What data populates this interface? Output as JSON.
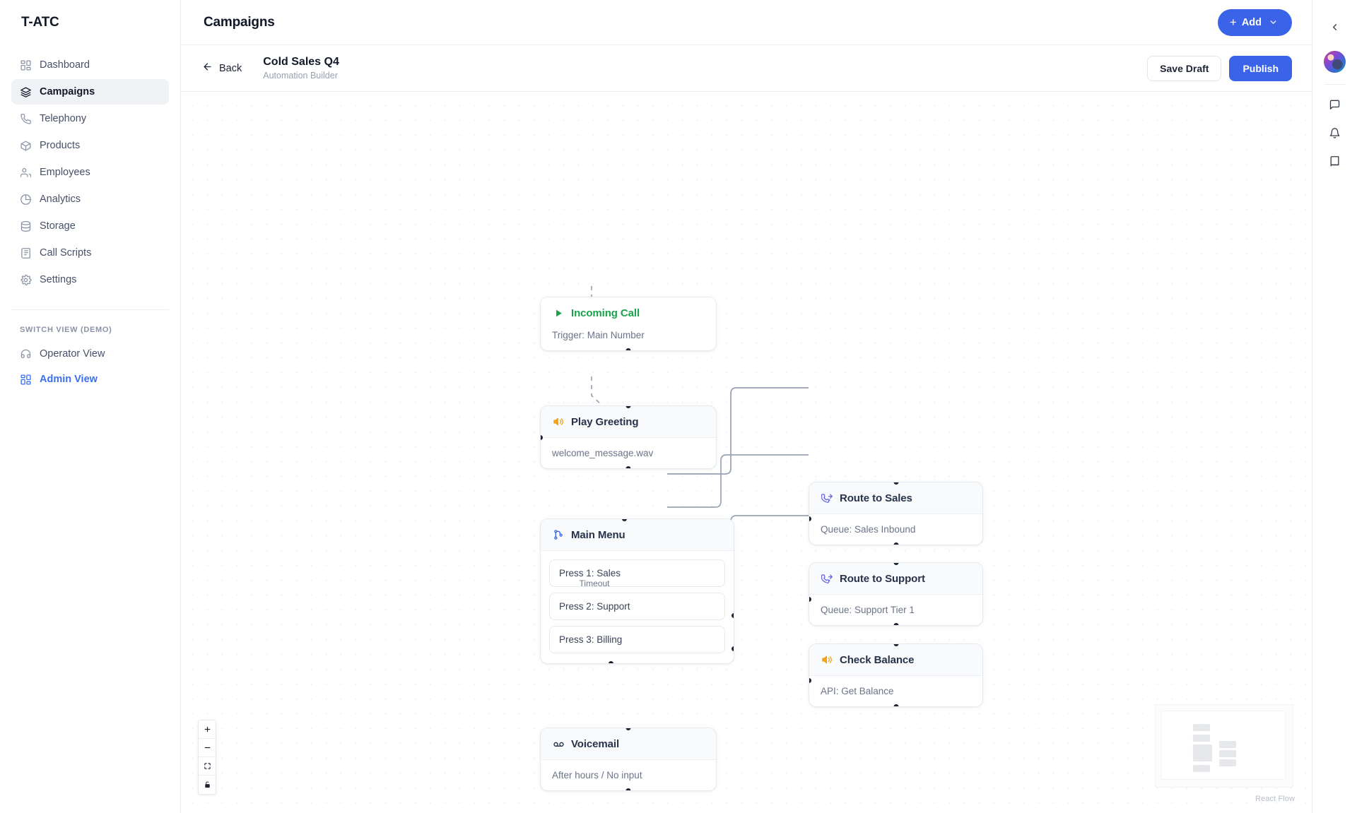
{
  "sidebar": {
    "brand": "T-ATC",
    "items": [
      {
        "label": "Dashboard",
        "icon": "grid-icon",
        "active": false
      },
      {
        "label": "Campaigns",
        "icon": "layers-icon",
        "active": true
      },
      {
        "label": "Telephony",
        "icon": "phone-icon",
        "active": false
      },
      {
        "label": "Products",
        "icon": "box-icon",
        "active": false
      },
      {
        "label": "Employees",
        "icon": "users-icon",
        "active": false
      },
      {
        "label": "Analytics",
        "icon": "pie-chart-icon",
        "active": false
      },
      {
        "label": "Storage",
        "icon": "database-icon",
        "active": false
      },
      {
        "label": "Call Scripts",
        "icon": "script-icon",
        "active": false
      },
      {
        "label": "Settings",
        "icon": "gear-icon",
        "active": false
      }
    ],
    "switch_view_label": "SWITCH VIEW (DEMO)",
    "views": [
      {
        "label": "Operator View",
        "icon": "headset-icon",
        "current": false
      },
      {
        "label": "Admin View",
        "icon": "grid-icon",
        "current": true
      }
    ]
  },
  "topbar": {
    "title": "Campaigns",
    "add_label": "Add",
    "add_plus": "+"
  },
  "subbar": {
    "back_label": "Back",
    "flow_name": "Cold Sales Q4",
    "flow_subtitle": "Automation Builder",
    "save_draft_label": "Save Draft",
    "publish_label": "Publish"
  },
  "flow": {
    "nodes": [
      {
        "id": "incoming",
        "title": "Incoming Call",
        "subtitle": "Trigger: Main Number",
        "icon": "play-icon",
        "accent": "#19a34a"
      },
      {
        "id": "greeting",
        "title": "Play Greeting",
        "subtitle": "welcome_message.wav",
        "icon": "speaker-icon",
        "accent": "#eea416"
      },
      {
        "id": "mainmenu",
        "title": "Main Menu",
        "subtitle": "",
        "icon": "branch-icon",
        "accent": "#3a63e8"
      },
      {
        "id": "voicemail",
        "title": "Voicemail",
        "subtitle": "After hours / No input",
        "icon": "voicemail-icon",
        "accent": "#27334a"
      },
      {
        "id": "sales",
        "title": "Route to Sales",
        "subtitle": "Queue: Sales Inbound",
        "icon": "phone-forward-icon",
        "accent": "#6c6ce0"
      },
      {
        "id": "support",
        "title": "Route to Support",
        "subtitle": "Queue: Support Tier 1",
        "icon": "phone-forward-icon",
        "accent": "#6c6ce0"
      },
      {
        "id": "balance",
        "title": "Check Balance",
        "subtitle": "API: Get Balance",
        "icon": "speaker-icon",
        "accent": "#eea416"
      }
    ],
    "menu_options": [
      {
        "label": "Press 1: Sales"
      },
      {
        "label": "Press 2: Support"
      },
      {
        "label": "Press 3: Billing"
      }
    ],
    "edge_labels": [
      "Timeout"
    ],
    "attribution": "React Flow",
    "controls": [
      {
        "name": "zoom-in-button",
        "glyph": "+"
      },
      {
        "name": "zoom-out-button",
        "glyph": "−"
      },
      {
        "name": "fit-view-button",
        "glyph": "fit"
      },
      {
        "name": "lock-button",
        "glyph": "lock"
      }
    ]
  },
  "rail": {
    "items": [
      {
        "name": "collapse-panel-button",
        "icon": "chevron-left-icon"
      },
      {
        "name": "avatar",
        "icon": "avatar"
      },
      {
        "name": "messages-button",
        "icon": "chat-icon"
      },
      {
        "name": "notifications-button",
        "icon": "bell-icon"
      },
      {
        "name": "docs-button",
        "icon": "book-icon"
      }
    ]
  },
  "colors": {
    "accent": "#3a63e8",
    "green": "#19a34a",
    "amber": "#eea416",
    "indigo": "#6c6ce0",
    "text": "#101828",
    "muted": "#6b7488"
  }
}
